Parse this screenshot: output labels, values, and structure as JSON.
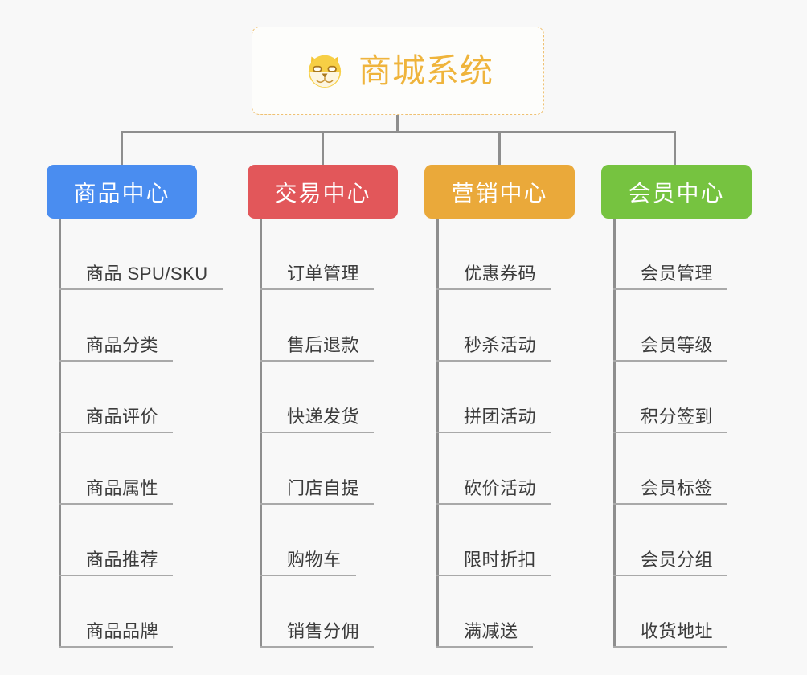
{
  "background_color": "#f8f8f8",
  "root": {
    "title": "商城系统",
    "icon": "shiba-dog-face-icon",
    "text_color": "#efb43c",
    "border_color": "#efc173"
  },
  "connector_color": "#8e8e8e",
  "columns": [
    {
      "header": "商品中心",
      "color": "#4a8df0",
      "items": [
        "商品 SPU/SKU",
        "商品分类",
        "商品评价",
        "商品属性",
        "商品推荐",
        "商品品牌"
      ]
    },
    {
      "header": "交易中心",
      "color": "#e2575a",
      "items": [
        "订单管理",
        "售后退款",
        "快递发货",
        "门店自提",
        "购物车",
        "销售分佣"
      ]
    },
    {
      "header": "营销中心",
      "color": "#eaa93a",
      "items": [
        "优惠券码",
        "秒杀活动",
        "拼团活动",
        "砍价活动",
        "限时折扣",
        "满减送"
      ]
    },
    {
      "header": "会员中心",
      "color": "#76c340",
      "items": [
        "会员管理",
        "会员等级",
        "积分签到",
        "会员标签",
        "会员分组",
        "收货地址"
      ]
    }
  ]
}
